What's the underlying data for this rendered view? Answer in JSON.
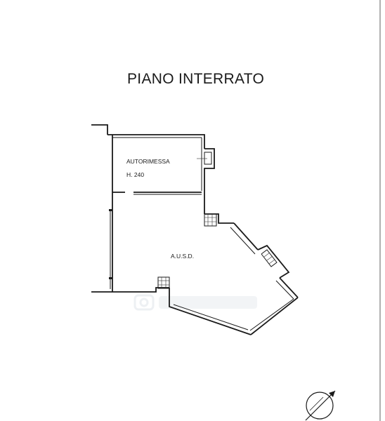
{
  "plan": {
    "title": "PIANO INTERRATO",
    "rooms": [
      {
        "name": "AUTORIMESSA",
        "height": "H. 240"
      },
      {
        "name": "A.U.S.D."
      }
    ]
  },
  "icons": {
    "north_arrow": "north-arrow-compass-icon",
    "watermark": "camera-logo-watermark"
  },
  "colors": {
    "background": "#ffffff",
    "line": "#1a1a1a",
    "watermark": "#e9ecef"
  }
}
